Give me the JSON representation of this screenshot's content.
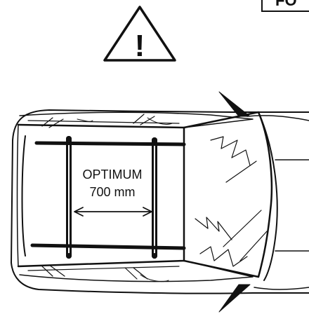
{
  "diagram": {
    "warning_symbol": "!",
    "corner_badge_text": "FO",
    "spacing_label": {
      "title": "OPTIMUM",
      "value": "700 mm"
    },
    "icons": {
      "warning": "warning-triangle-icon",
      "dimension_arrow": "double-headed-arrow-icon"
    },
    "colors": {
      "line": "#111111",
      "background": "#ffffff"
    }
  }
}
